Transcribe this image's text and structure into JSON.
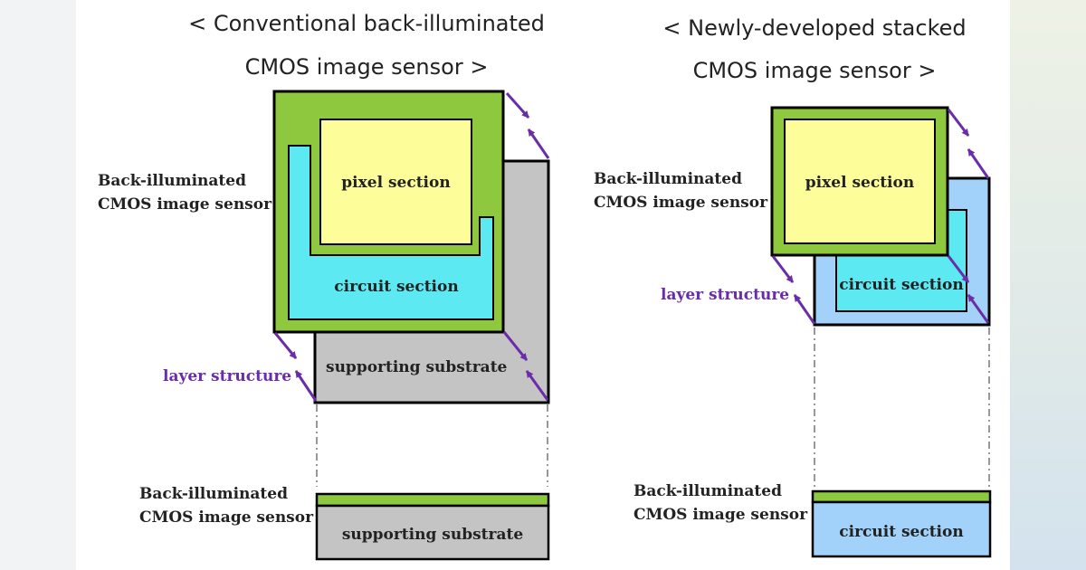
{
  "titles": {
    "left_line1": "< Conventional back-illuminated",
    "left_line2": "CMOS image sensor >",
    "right_line1": "< Newly-developed stacked",
    "right_line2": "CMOS image sensor >"
  },
  "labels": {
    "sensor_line1": "Back-illuminated",
    "sensor_line2": "CMOS image sensor",
    "layer_structure": "layer structure",
    "pixel_section": "pixel section",
    "circuit_section": "circuit section",
    "supporting_substrate": "supporting substrate"
  },
  "colors": {
    "green": "#8dc83e",
    "yellow": "#fdfd9a",
    "cyan": "#5ce9f2",
    "gray": "#c4c4c4",
    "light_blue": "#a2d2fa",
    "purple": "#6a2ca8"
  }
}
